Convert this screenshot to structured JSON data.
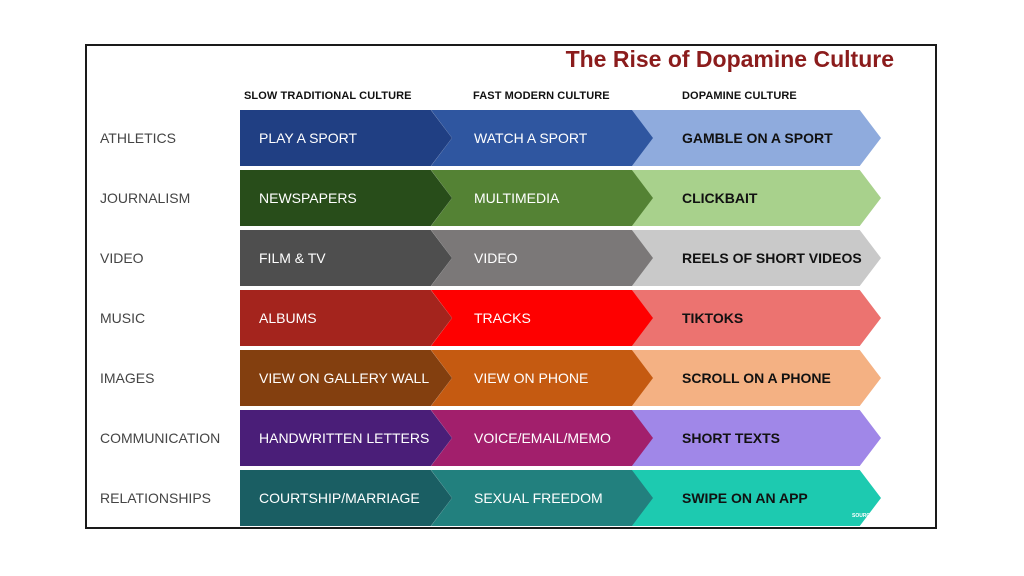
{
  "title": "The Rise of Dopamine Culture",
  "columns": [
    "SLOW TRADITIONAL CULTURE",
    "FAST MODERN CULTURE",
    "DOPAMINE CULTURE"
  ],
  "rows": [
    {
      "label": "ATHLETICS",
      "cells": [
        "PLAY A SPORT",
        "WATCH A SPORT",
        "GAMBLE ON A SPORT"
      ],
      "colors": [
        "#203f83",
        "#2f56a0",
        "#8fabdd"
      ]
    },
    {
      "label": "JOURNALISM",
      "cells": [
        "NEWSPAPERS",
        "MULTIMEDIA",
        "CLICKBAIT"
      ],
      "colors": [
        "#284d1a",
        "#548234",
        "#a8d18c"
      ]
    },
    {
      "label": "VIDEO",
      "cells": [
        "FILM &  TV",
        "VIDEO",
        "REELS OF SHORT VIDEOS"
      ],
      "colors": [
        "#4e4e4e",
        "#7b7878",
        "#c9c9c9"
      ]
    },
    {
      "label": "MUSIC",
      "cells": [
        "ALBUMS",
        "TRACKS",
        "TIKTOKS"
      ],
      "colors": [
        "#a4241d",
        "#fe0000",
        "#ec7370"
      ]
    },
    {
      "label": "IMAGES",
      "cells": [
        "VIEW ON GALLERY WALL",
        "VIEW ON PHONE",
        "SCROLL ON A PHONE"
      ],
      "colors": [
        "#833f0f",
        "#c55a11",
        "#f4b183"
      ]
    },
    {
      "label": "COMMUNICATION",
      "cells": [
        "HANDWRITTEN LETTERS",
        "VOICE/EMAIL/MEMO",
        "SHORT TEXTS"
      ],
      "colors": [
        "#4a1e78",
        "#a21f6c",
        "#a087e8"
      ]
    },
    {
      "label": "RELATIONSHIPS",
      "cells": [
        "COURTSHIP/MARRIAGE",
        "SEXUAL FREEDOM",
        "SWIPE ON AN APP"
      ],
      "colors": [
        "#1a5e63",
        "#22807e",
        "#1dcab0"
      ]
    }
  ],
  "source": "SOURCE: TED GIOIA"
}
